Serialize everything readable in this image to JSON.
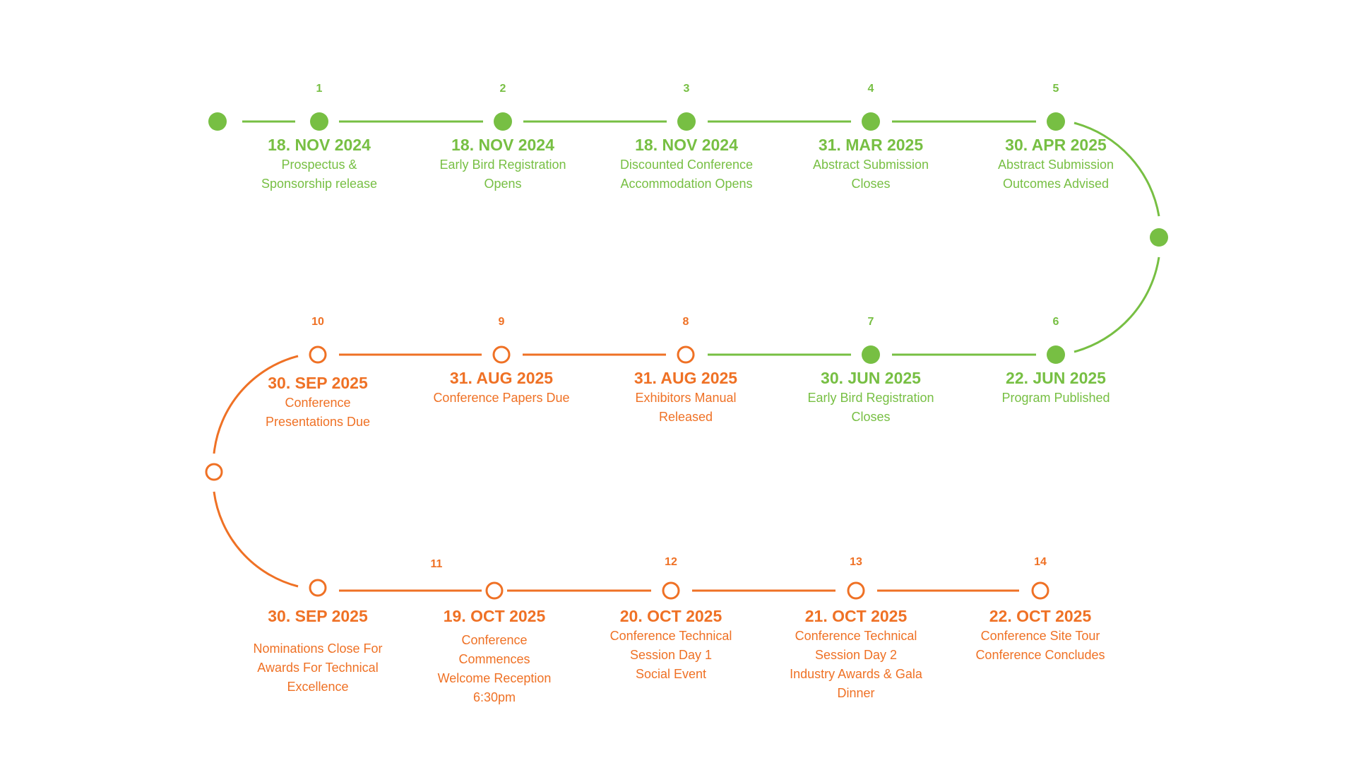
{
  "colors": {
    "done": "#77bf43",
    "upcoming": "#ef7125",
    "background": "#ffffff"
  },
  "milestones": [
    {
      "number": "1",
      "date": "18. NOV 2024",
      "status": "done",
      "description": [
        "Prospectus &",
        "Sponsorship release"
      ]
    },
    {
      "number": "2",
      "date": "18. NOV 2024",
      "status": "done",
      "description": [
        "Early Bird Registration",
        "Opens"
      ]
    },
    {
      "number": "3",
      "date": "18. NOV 2024",
      "status": "done",
      "description": [
        "Discounted Conference",
        "Accommodation Opens"
      ]
    },
    {
      "number": "4",
      "date": "31. MAR 2025",
      "status": "done",
      "description": [
        "Abstract Submission",
        "Closes"
      ]
    },
    {
      "number": "5",
      "date": "30. APR 2025",
      "status": "done",
      "description": [
        "Abstract Submission",
        "Outcomes Advised"
      ]
    },
    {
      "number": "6",
      "date": "22. JUN 2025",
      "status": "done",
      "description": [
        "Program Published"
      ]
    },
    {
      "number": "7",
      "date": "30. JUN 2025",
      "status": "done",
      "description": [
        "Early Bird Registration",
        "Closes"
      ]
    },
    {
      "number": "8",
      "date": "31. AUG 2025",
      "status": "upcoming",
      "description": [
        "Exhibitors Manual",
        "Released"
      ]
    },
    {
      "number": "9",
      "date": "31. AUG 2025",
      "status": "upcoming",
      "description": [
        "Conference Papers Due"
      ]
    },
    {
      "number": "10",
      "date": "30. SEP 2025",
      "status": "upcoming",
      "description": [
        "Conference",
        "Presentations Due"
      ]
    },
    {
      "number": "",
      "date": "30. SEP 2025",
      "status": "upcoming",
      "description": [
        "Nominations Close For",
        "Awards For Technical",
        "Excellence"
      ]
    },
    {
      "number": "11",
      "date": "19. OCT 2025",
      "status": "upcoming",
      "description": [
        "Conference",
        "Commences",
        "Welcome Reception",
        "6:30pm"
      ]
    },
    {
      "number": "12",
      "date": "20. OCT 2025",
      "status": "upcoming",
      "description": [
        "Conference Technical",
        "Session Day 1",
        "Social Event"
      ]
    },
    {
      "number": "13",
      "date": "21. OCT 2025",
      "status": "upcoming",
      "description": [
        "Conference Technical",
        "Session Day 2",
        "Industry Awards & Gala",
        "Dinner"
      ]
    },
    {
      "number": "14",
      "date": "22. OCT 2025",
      "status": "upcoming",
      "description": [
        "Conference Site Tour",
        "Conference Concludes"
      ]
    }
  ]
}
